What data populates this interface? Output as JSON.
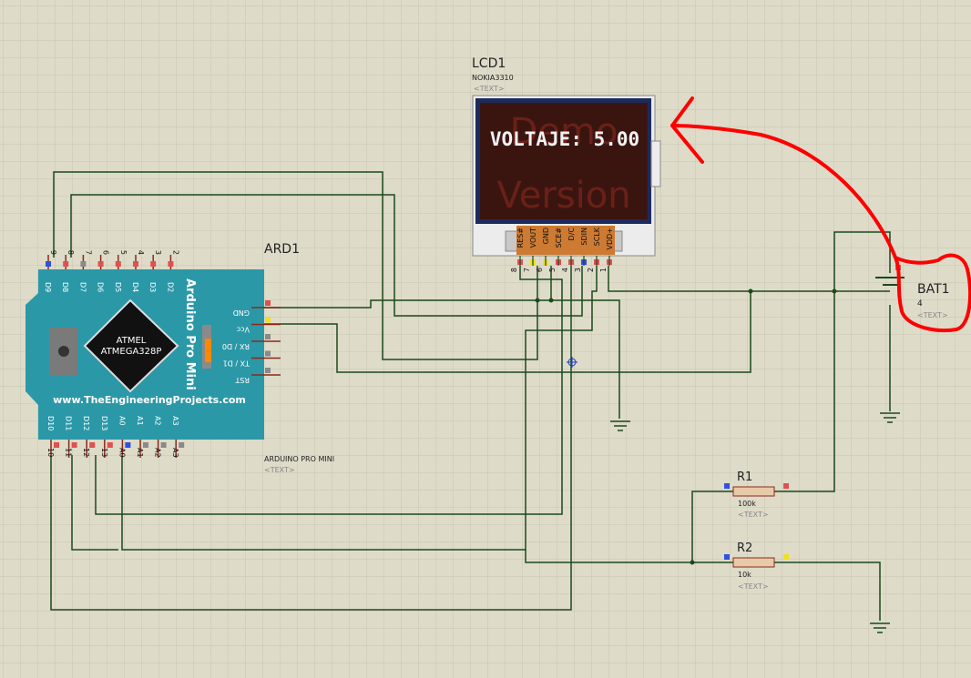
{
  "lcd": {
    "ref": "LCD1",
    "part": "NOKIA3310",
    "text_placeholder": "<TEXT>",
    "display_text": "VOLTAJE: 5.00",
    "watermark_line1": "Demo",
    "watermark_line2": "Version",
    "pin_names": [
      "RES#",
      "VOUT",
      "GND",
      "SCE#",
      "D/C",
      "SDIN",
      "SCLK",
      "VDD+"
    ],
    "pin_numbers": [
      "8",
      "7",
      "6",
      "5",
      "4",
      "3",
      "2",
      "1"
    ]
  },
  "arduino": {
    "ref": "ARD1",
    "title": "Arduino Pro Mini",
    "chip_line1": "ATMEL",
    "chip_line2": "ATMEGA328P",
    "website": "www.TheEngineeringProjects.com",
    "part": "ARDUINO PRO MINI",
    "text_placeholder": "<TEXT>",
    "top_pin_numbers": [
      "9",
      "8",
      "7",
      "6",
      "5",
      "4",
      "3",
      "2"
    ],
    "top_pin_labels": [
      "D9",
      "D8",
      "D7",
      "D6",
      "D5",
      "D4",
      "D3",
      "D2"
    ],
    "bottom_pin_labels": [
      "D10",
      "D11",
      "D12",
      "D13",
      "A0",
      "A1",
      "A2",
      "A3"
    ],
    "bottom_pin_numbers": [
      "10",
      "11",
      "12",
      "13",
      "A0",
      "A1",
      "A2",
      "A3"
    ],
    "right_pins": [
      "GND",
      "Vcc",
      "RX / D0",
      "TX / D1",
      "RST"
    ]
  },
  "battery": {
    "ref": "BAT1",
    "value": "4",
    "text_placeholder": "<TEXT>"
  },
  "r1": {
    "ref": "R1",
    "value": "100k",
    "text_placeholder": "<TEXT>"
  },
  "r2": {
    "ref": "R2",
    "value": "10k",
    "text_placeholder": "<TEXT>"
  },
  "colors": {
    "background": "#dedbc9",
    "grid": "#c8c5b4",
    "wire": "#1a4a1a",
    "board": "#2b98a8",
    "lcd_screen": "#3a1510",
    "annotation": "#ff0000"
  }
}
